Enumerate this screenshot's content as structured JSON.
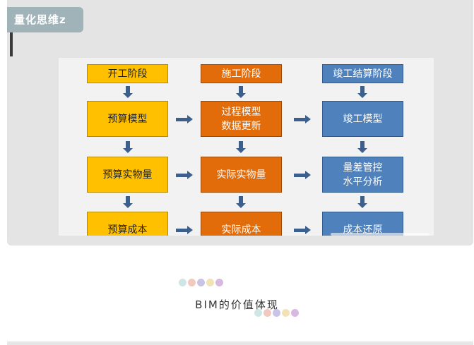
{
  "card": {
    "tag_label": "量化思维z"
  },
  "diagram": {
    "col1": [
      "开工阶段",
      "预算模型",
      "预算实物量",
      "预算成本"
    ],
    "col2": [
      "施工阶段",
      "过程模型\n数据更新",
      "实际实物量",
      "实际成本"
    ],
    "col3": [
      "竣工结算阶段",
      "竣工模型",
      "量差管控\n水平分析",
      "成本还原"
    ]
  },
  "caption": {
    "text": "BIM的价值体现"
  },
  "colors": {
    "yellow": "#ffc000",
    "orange": "#e36c0a",
    "blue": "#4f81bd",
    "arrow": "#3d5f8c",
    "card_bg": "#e4e4e4",
    "tag_bg": "#9fb3b9"
  },
  "dot_colors": [
    "#cfe7e4",
    "#f2c9be",
    "#c9c3e8",
    "#f2e3b6",
    "#d9b8e0"
  ]
}
